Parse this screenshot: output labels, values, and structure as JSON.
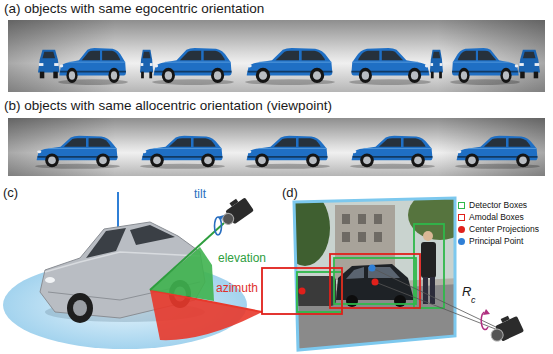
{
  "diagram": {
    "labels": [
      "(a) objects with same egocentric orientation",
      "(b) objects with same allocentric orientation (viewpoint)",
      "(c)",
      "tilt",
      "elevation",
      "azimuth",
      "(d)",
      "R",
      "c"
    ],
    "legend": [
      {
        "text": "Detector Boxes"
      },
      {
        "text": "Amodal Boxes"
      },
      {
        "text": "Center Projections",
        "color": "#e0201b"
      },
      {
        "text": "Principal Point",
        "color": "#2f7fd6"
      }
    ]
  }
}
